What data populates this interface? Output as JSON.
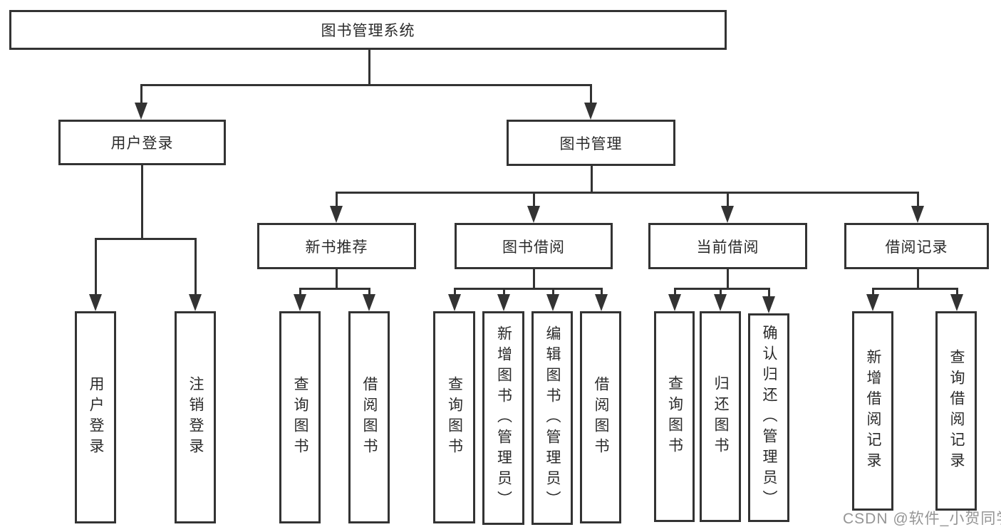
{
  "tree": {
    "label": "图书管理系统",
    "children": [
      {
        "label": "用户登录",
        "children": [
          {
            "label": "用户登录"
          },
          {
            "label": "注销登录"
          }
        ]
      },
      {
        "label": "图书管理",
        "children": [
          {
            "label": "新书推荐",
            "children": [
              {
                "label": "查询图书"
              },
              {
                "label": "借阅图书"
              }
            ]
          },
          {
            "label": "图书借阅",
            "children": [
              {
                "label": "查询图书"
              },
              {
                "label": "新增图书（管理员）"
              },
              {
                "label": "编辑图书（管理员）"
              },
              {
                "label": "借阅图书"
              }
            ]
          },
          {
            "label": "当前借阅",
            "children": [
              {
                "label": "查询图书"
              },
              {
                "label": "归还图书"
              },
              {
                "label": "确认归还（管理员）"
              }
            ]
          },
          {
            "label": "借阅记录",
            "children": [
              {
                "label": "新增借阅记录"
              },
              {
                "label": "查询借阅记录"
              }
            ]
          }
        ]
      }
    ]
  },
  "watermark": {
    "text": "CSDN @软件_小贺同学"
  },
  "colors": {
    "line": "#333333",
    "box_border": "#333333",
    "text": "#2b2b2b",
    "background": "#ffffff",
    "watermark": "#828282"
  }
}
